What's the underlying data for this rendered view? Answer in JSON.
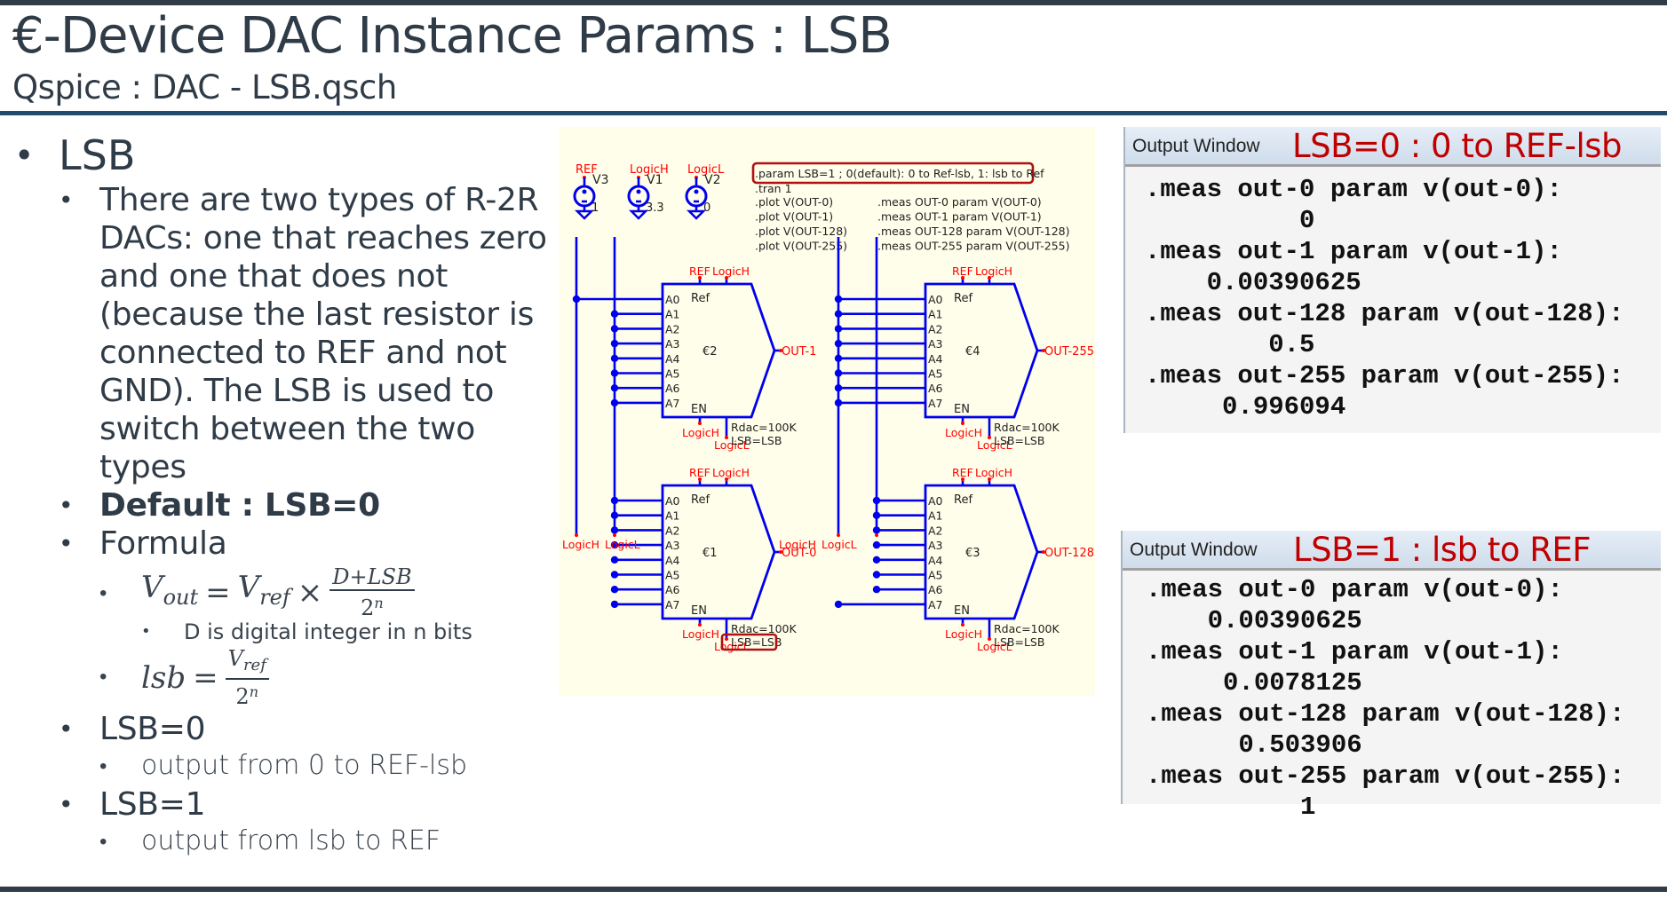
{
  "slide": {
    "title": "€-Device DAC Instance Params : LSB",
    "subtitle": "Qspice : DAC - LSB.qsch"
  },
  "bullets": {
    "lsb_heading": "LSB",
    "description_lines": [
      "There are two types of R-2R",
      "DACs: one that reaches zero",
      "and one that does not",
      "(because the last resistor is",
      "connected to REF and not",
      "GND). The LSB is used to",
      "switch between the two",
      "types"
    ],
    "default": "Default : LSB=0",
    "formula_heading": "Formula",
    "formula_vout": {
      "lhs": "V",
      "lhs_sub": "out",
      "eq": "=",
      "ref": "V",
      "ref_sub": "ref",
      "times": "×",
      "numerator": "D+LSB",
      "denominator_base": "2",
      "denominator_exp": "n"
    },
    "formula_note": "D is digital integer in n bits",
    "formula_lsb": {
      "lhs": "lsb",
      "eq": "=",
      "numerator": "V",
      "numerator_sub": "ref",
      "denominator_base": "2",
      "denominator_exp": "n"
    },
    "lsb0_heading": "LSB=0",
    "lsb0_note": "output from 0 to REF-lsb",
    "lsb1_heading": "LSB=1",
    "lsb1_note": "output from lsb to REF"
  },
  "schematic": {
    "colors": {
      "wire": "#0000ee",
      "net_label": "#ff0000",
      "text": "#222222",
      "background": "#fffeea",
      "highlight": "#b01010"
    },
    "sources": [
      {
        "net": "REF",
        "name": "V3",
        "value": "1"
      },
      {
        "net": "LogicH",
        "name": "V1",
        "value": "3.3"
      },
      {
        "net": "LogicL",
        "name": "V2",
        "value": "0"
      }
    ],
    "directives": {
      "param": ".param LSB=1 ; 0(default): 0 to Ref-lsb, 1: lsb to Ref",
      "tran": ".tran 1",
      "plots": [
        ".plot V(OUT-0)",
        ".plot V(OUT-1)",
        ".plot V(OUT-128)",
        ".plot V(OUT-255)"
      ],
      "meas": [
        ".meas OUT-0 param V(OUT-0)",
        ".meas OUT-1 param V(OUT-1)",
        ".meas OUT-128 param V(OUT-128)",
        ".meas OUT-255 param V(OUT-255)"
      ]
    },
    "dacs": [
      {
        "name": "€2",
        "out": "OUT-1"
      },
      {
        "name": "€4",
        "out": "OUT-255"
      },
      {
        "name": "€1",
        "out": "OUT-0"
      },
      {
        "name": "€3",
        "out": "OUT-128"
      }
    ],
    "pin_labels": [
      "A0",
      "A1",
      "A2",
      "A3",
      "A4",
      "A5",
      "A6",
      "A7"
    ],
    "ref_pin": "Ref",
    "en_pin": "EN",
    "top_nets": [
      "REF",
      "LogicH"
    ],
    "bottom_net_en": "LogicH",
    "bottom_net_lsb": "LogicL",
    "params": [
      "Rdac=100K",
      "LSB=LSB"
    ],
    "bus_labels": [
      "LogicH",
      "LogicL"
    ]
  },
  "output_windows": [
    {
      "header": "Output Window",
      "note": "LSB=0 : 0 to REF-lsb",
      "lines": [
        ".meas out-0 param v(out-0):",
        "          0",
        ".meas out-1 param v(out-1):",
        "    0.00390625",
        ".meas out-128 param v(out-128):",
        "        0.5",
        ".meas out-255 param v(out-255):",
        "     0.996094"
      ]
    },
    {
      "header": "Output Window",
      "note": "LSB=1 : lsb to REF",
      "lines": [
        ".meas out-0 param v(out-0):",
        "    0.00390625",
        ".meas out-1 param v(out-1):",
        "     0.0078125",
        ".meas out-128 param v(out-128):",
        "      0.503906",
        ".meas out-255 param v(out-255):",
        "          1"
      ]
    }
  ]
}
